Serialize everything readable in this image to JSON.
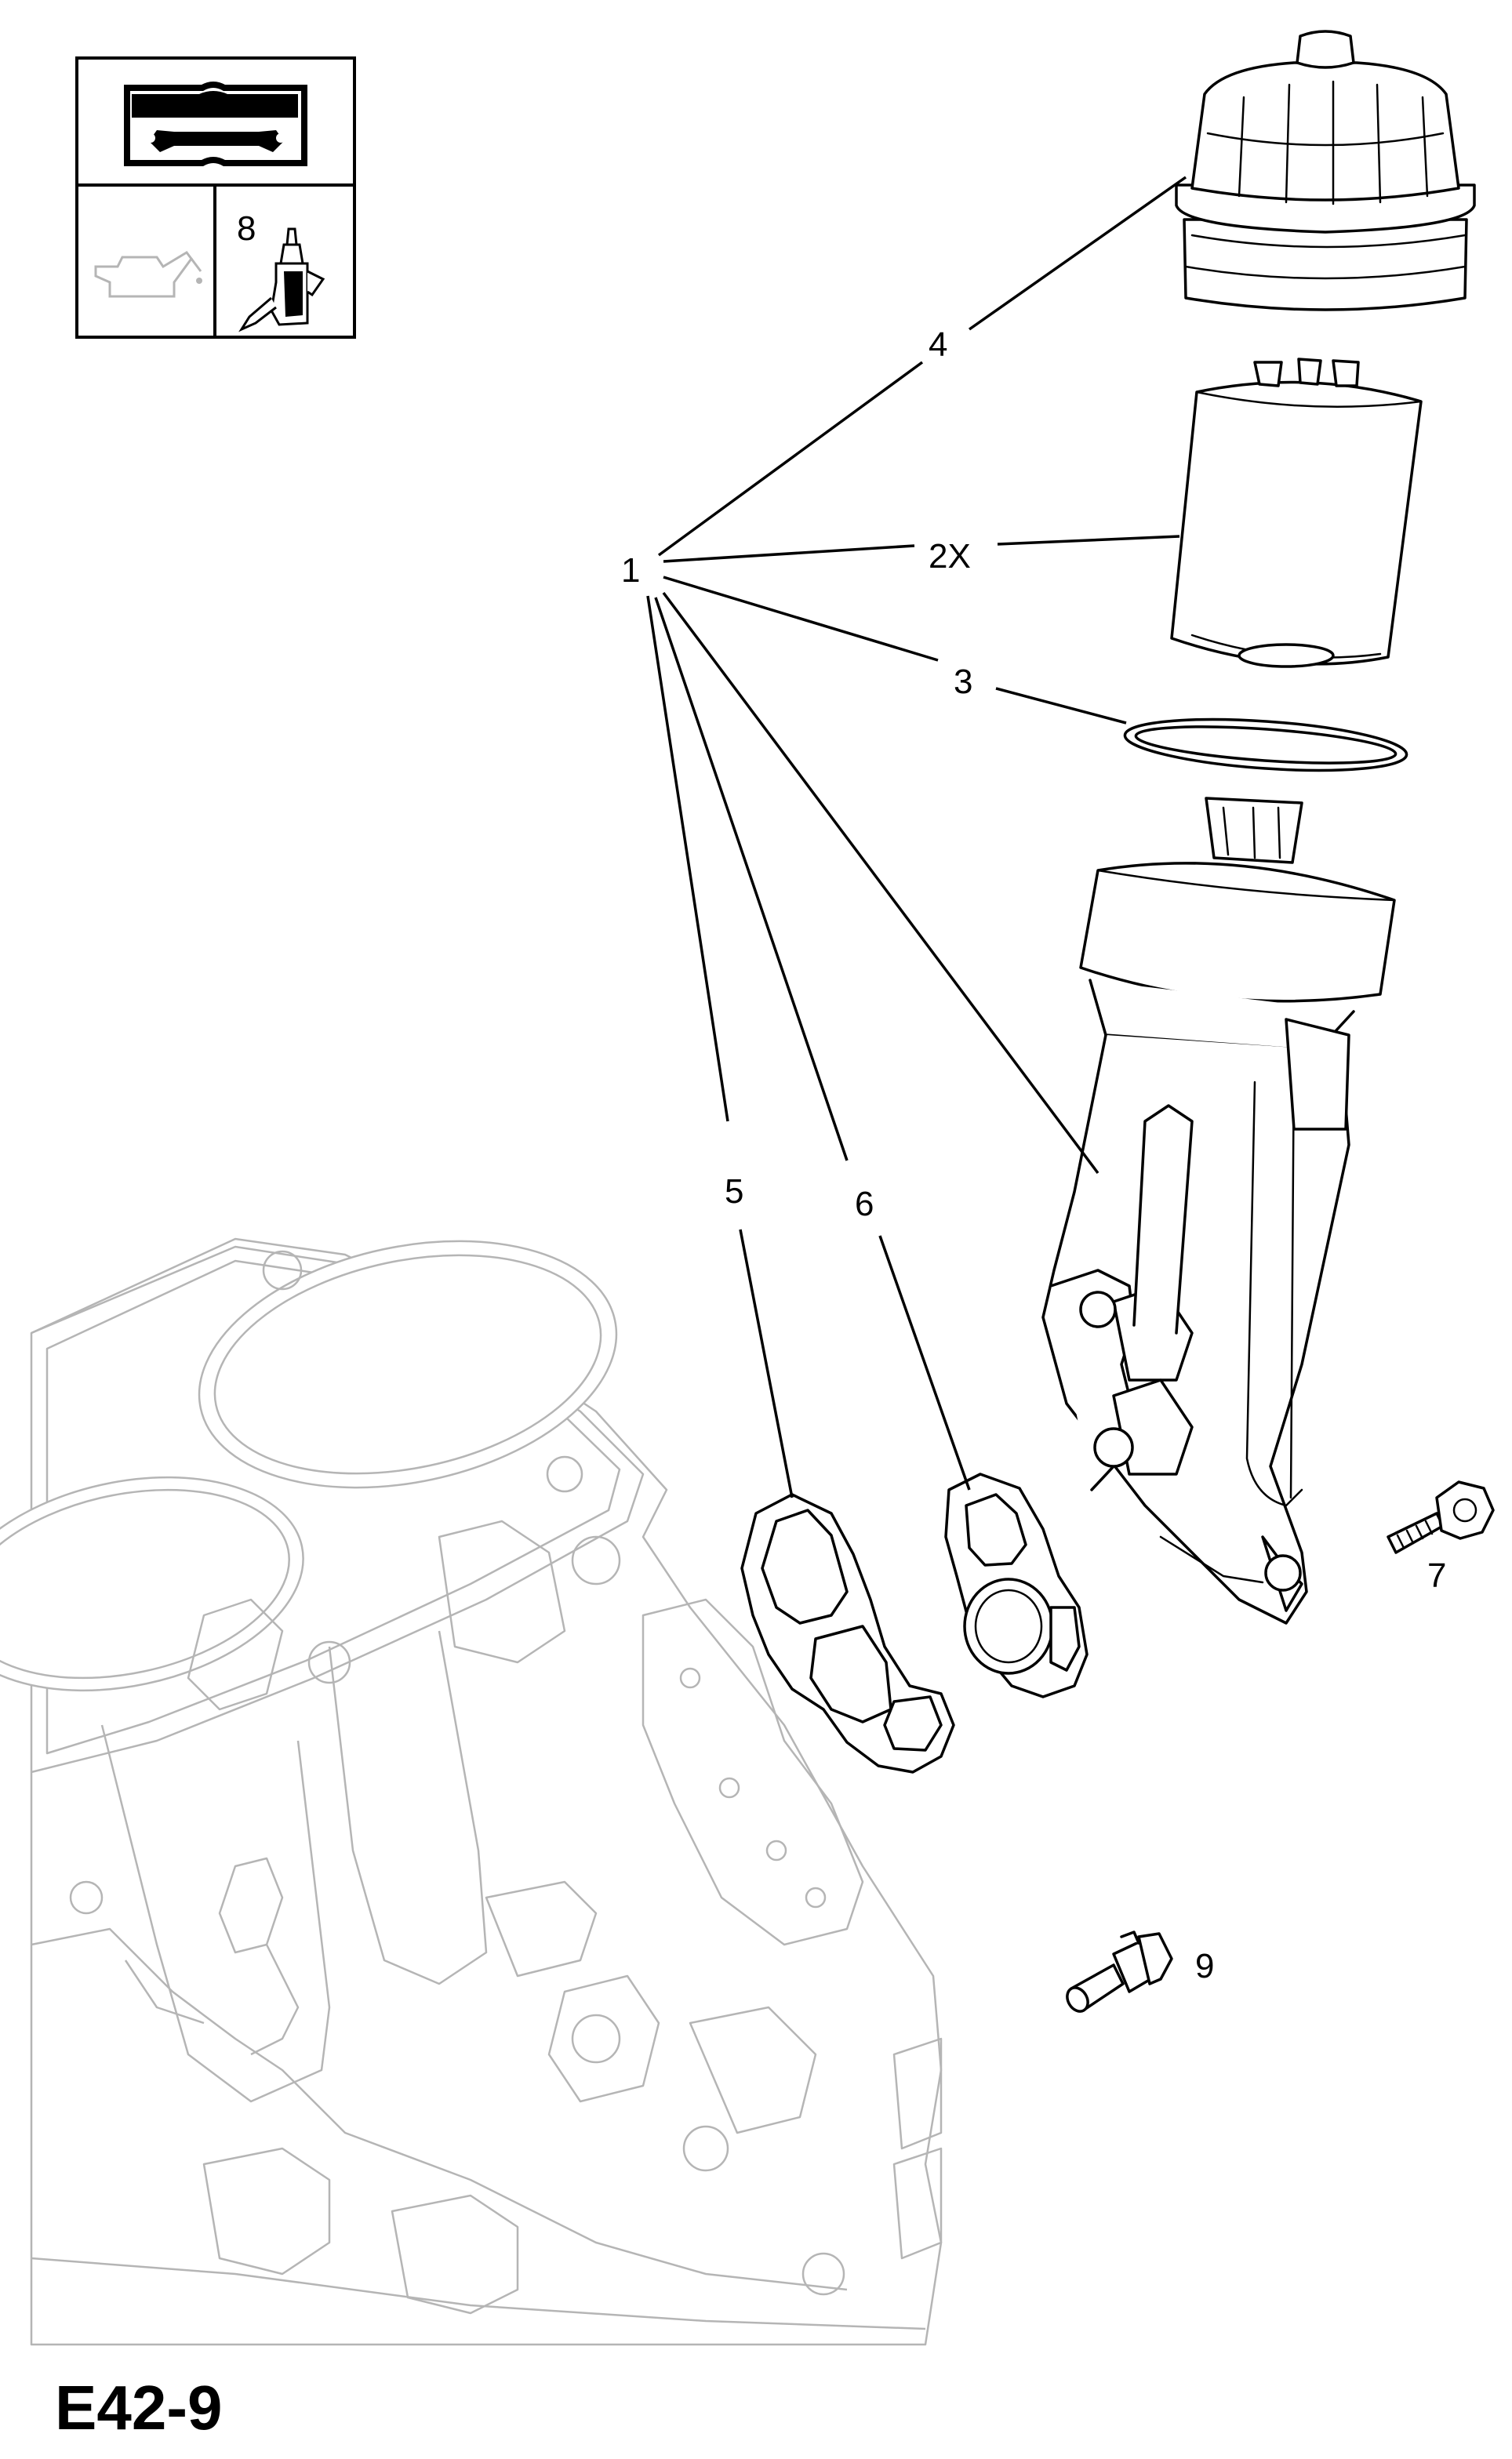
{
  "diagram_code": "E42-9",
  "legend": {
    "manual_icon": "manual-wrench-book-icon",
    "oil_can_icon": "oil-can-icon",
    "sealant_label": "8",
    "sealant_icon": "sealant-tube-icon"
  },
  "callouts": [
    {
      "id": "hub",
      "label": "1"
    },
    {
      "id": "filter-cap",
      "label": "4"
    },
    {
      "id": "filter-element",
      "label": "2X"
    },
    {
      "id": "o-ring",
      "label": "3"
    },
    {
      "id": "gasket-a",
      "label": "5"
    },
    {
      "id": "gasket-b",
      "label": "6"
    },
    {
      "id": "bolt",
      "label": "7"
    },
    {
      "id": "oil-pressure-switch",
      "label": "9"
    }
  ],
  "colors": {
    "line": "#000000",
    "ghost_engine": "#b5b5b5",
    "background": "#ffffff"
  }
}
